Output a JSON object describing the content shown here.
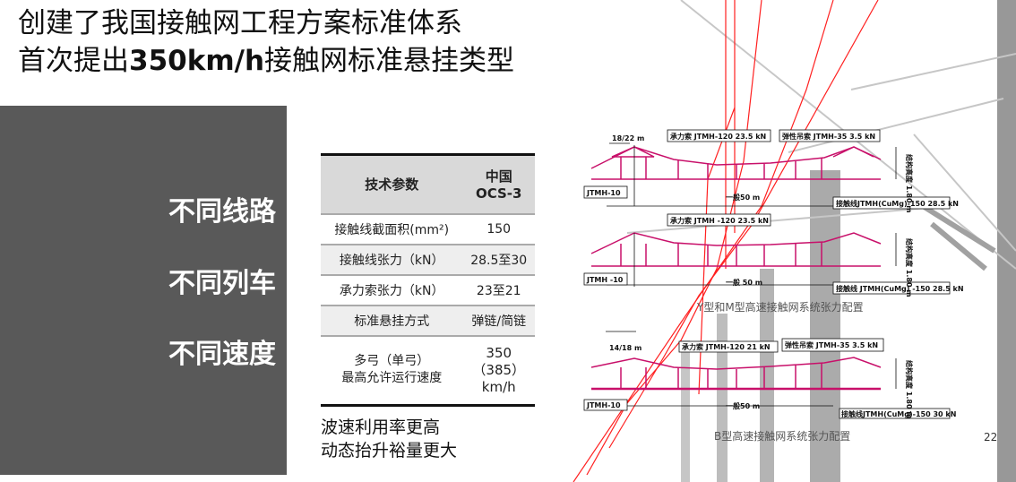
{
  "title": {
    "line1": "创建了我国接触网工程方案标准体系",
    "line2_pre": "首次提出",
    "line2_bold": "350km/h",
    "line2_post": "接触网标准悬挂类型"
  },
  "side_labels": [
    "不同线路",
    "不同列车",
    "不同速度"
  ],
  "table": {
    "headers": [
      "技术参数",
      "中国\nOCS-3"
    ],
    "rows": [
      [
        "接触线截面积(mm²)",
        "150"
      ],
      [
        "接触线张力（kN）",
        "28.5至30"
      ],
      [
        "承力索张力（kN）",
        "23至21"
      ],
      [
        "标准悬挂方式",
        "弹链/简链"
      ],
      [
        "多弓（单弓）\n最高允许运行速度",
        "350\n（385）\nkm/h"
      ]
    ]
  },
  "notes": [
    "波速利用率更高",
    "动态抬升裕量更大"
  ],
  "diagram": {
    "d1": {
      "span": "18/22 m",
      "messenger": "承力索 JTMH-120  23.5 kN",
      "dropper": "弹性吊索 JTMH-35 3.5 kN",
      "hanger": "JTMH-10",
      "distance": "一般50 m",
      "contact": "接触线JTMH(CuMg)-150 28.5 kN",
      "height": "结构高度 1.80 m"
    },
    "d2": {
      "messenger": "承力索 JTMH -120 23.5 kN",
      "hanger": "JTMH -10",
      "distance": "一般 50 m",
      "contact": "接触线 JTMH(CuMg) -150 28.5 kN",
      "height": "结构高度 1.80 m",
      "caption": "Y型和M型高速接触网系统张力配置"
    },
    "d3": {
      "span": "14/18 m",
      "messenger": "承力索 JTMH-120  21 kN",
      "dropper": "弹性吊索 JTMH-35 3.5 kN",
      "hanger": "JTMH-10",
      "distance": "一般50 m",
      "contact": "接触线JTMH(CuMg)-150 30 kN",
      "height": "结构高度 1.80 m",
      "caption": "B型高速接触网系统张力配置"
    }
  },
  "page_number": "22",
  "colors": {
    "panel": "#595959",
    "catenary": "#c8106a",
    "red": "#ff2020"
  }
}
